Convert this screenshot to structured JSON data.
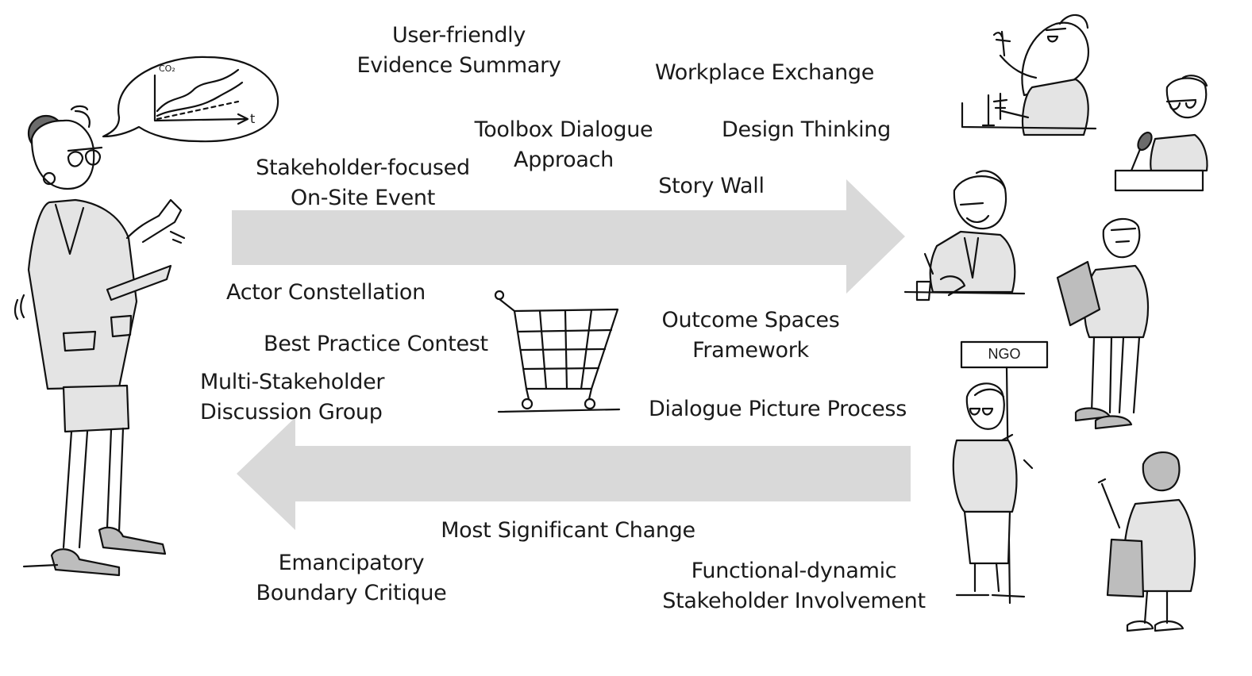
{
  "methods": {
    "evidence_summary": [
      "User-friendly",
      "Evidence Summary"
    ],
    "workplace_exchange": "Workplace Exchange",
    "toolbox_dialogue": [
      "Toolbox Dialogue",
      "Approach"
    ],
    "design_thinking": "Design Thinking",
    "onsite_event": [
      "Stakeholder-focused",
      "On-Site Event"
    ],
    "story_wall": "Story Wall",
    "actor_constellation": "Actor Constellation",
    "best_practice": "Best Practice Contest",
    "outcome_spaces": [
      "Outcome Spaces",
      "Framework"
    ],
    "discussion_group": [
      "Multi-Stakeholder",
      "Discussion Group"
    ],
    "dialogue_picture": "Dialogue Picture Process",
    "most_significant_change": "Most Significant Change",
    "boundary_critique": [
      "Emancipatory",
      "Boundary Critique"
    ],
    "stakeholder_involvement": [
      "Functional-dynamic",
      "Stakeholder Involvement"
    ]
  },
  "figures": {
    "speech_bubble_chart_label": "CO₂",
    "speech_bubble_axis_label": "t",
    "ngo_sign": "NGO"
  },
  "colors": {
    "arrow_fill": "#d9d9d9",
    "ink": "#111111",
    "text": "#1a1a1a"
  }
}
